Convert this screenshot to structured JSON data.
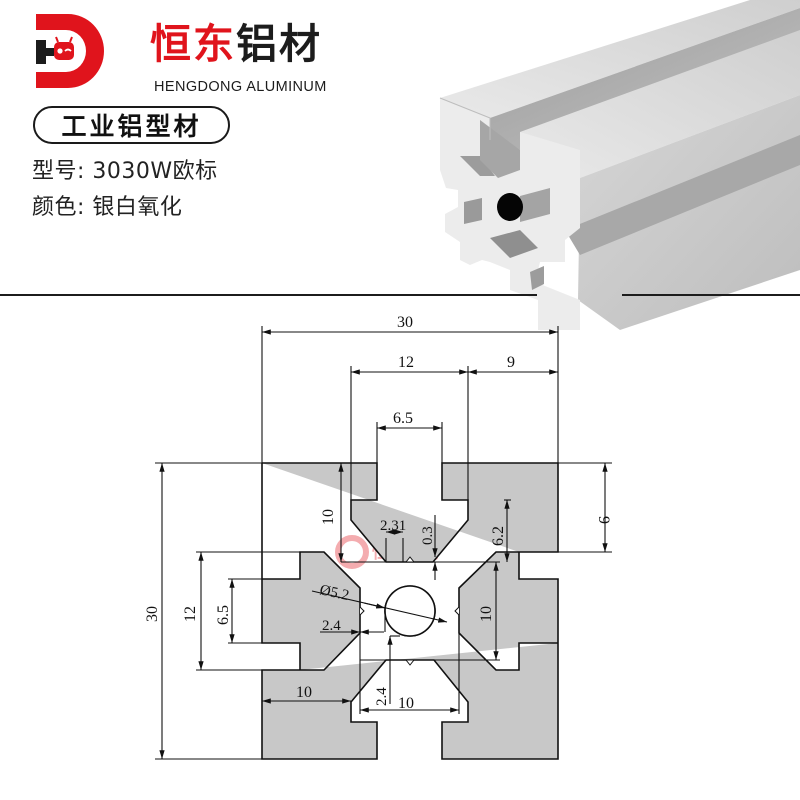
{
  "brand": {
    "name_cn_red": "恒东",
    "name_cn_dark": "铝材",
    "name_en": "HENGDONG ALUMINUM",
    "logo_icon": "hd-logo-icon",
    "primary_color": "#e0141c",
    "dark_color": "#1c1c1c"
  },
  "product": {
    "category": "工业铝型材",
    "model_line": "型号: 3030W欧标",
    "color_line": "颜色:  银白氧化"
  },
  "drawing": {
    "profile_fill": "#c8c8c8",
    "dimensions": {
      "overall_width": "30",
      "slot_cavity_width": "12",
      "edge_to_slot": "9",
      "slot_opening": "6.5",
      "slot_depth": "10",
      "notch_width": "2.31",
      "notch_depth": "0.3",
      "core_offset": "6.2",
      "hole_diameter": "Ø5.2",
      "wall_thickness": "2.4",
      "overall_height": "30",
      "left_cavity_height": "12",
      "left_opening": "6.5",
      "right_slot_depth": "10",
      "right_edge": "9",
      "left_slot_depth": "10",
      "bottom_wall": "2.4",
      "core_width": "10"
    },
    "watermark": {
      "cn": "恒东铝材",
      "en": "HENGDONG ALUMINUM"
    }
  }
}
